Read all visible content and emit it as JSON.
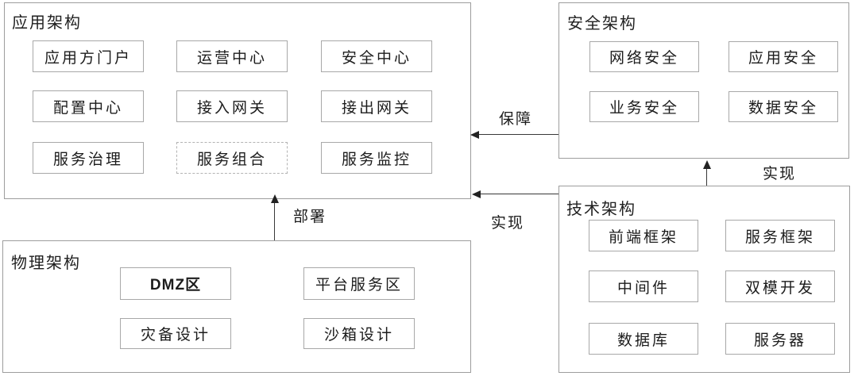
{
  "diagram": {
    "colors": {
      "background": "#ffffff",
      "group_border": "#9d9d9d",
      "node_border": "#a8a8a8",
      "dashed_node_border": "#b3b3b3",
      "line": "#383838",
      "text": "#1c1c1c"
    },
    "groups": [
      {
        "title": "应用架构",
        "items": [
          "应用方门户",
          "运营中心",
          "安全中心",
          "配置中心",
          "接入网关",
          "接出网关",
          "服务治理",
          "服务组合",
          "服务监控"
        ]
      },
      {
        "title": "安全架构",
        "items": [
          "网络安全",
          "应用安全",
          "业务安全",
          "数据安全"
        ]
      },
      {
        "title": "技术架构",
        "items": [
          "前端框架",
          "服务框架",
          "中间件",
          "双模开发",
          "数据库",
          "服务器"
        ]
      },
      {
        "title": "物理架构",
        "items": [
          "DMZ区",
          "平台服务区",
          "灾备设计",
          "沙箱设计"
        ]
      }
    ],
    "arrows": [
      {
        "label": "保障",
        "from": "安全架构",
        "to": "应用架构",
        "direction": "left"
      },
      {
        "label": "实现",
        "from": "技术架构",
        "to": "安全架构",
        "direction": "up"
      },
      {
        "label": "实现",
        "from": "技术架构",
        "to": "应用架构",
        "direction": "left"
      },
      {
        "label": "部署",
        "from": "物理架构",
        "to": "应用架构",
        "direction": "up"
      }
    ]
  }
}
